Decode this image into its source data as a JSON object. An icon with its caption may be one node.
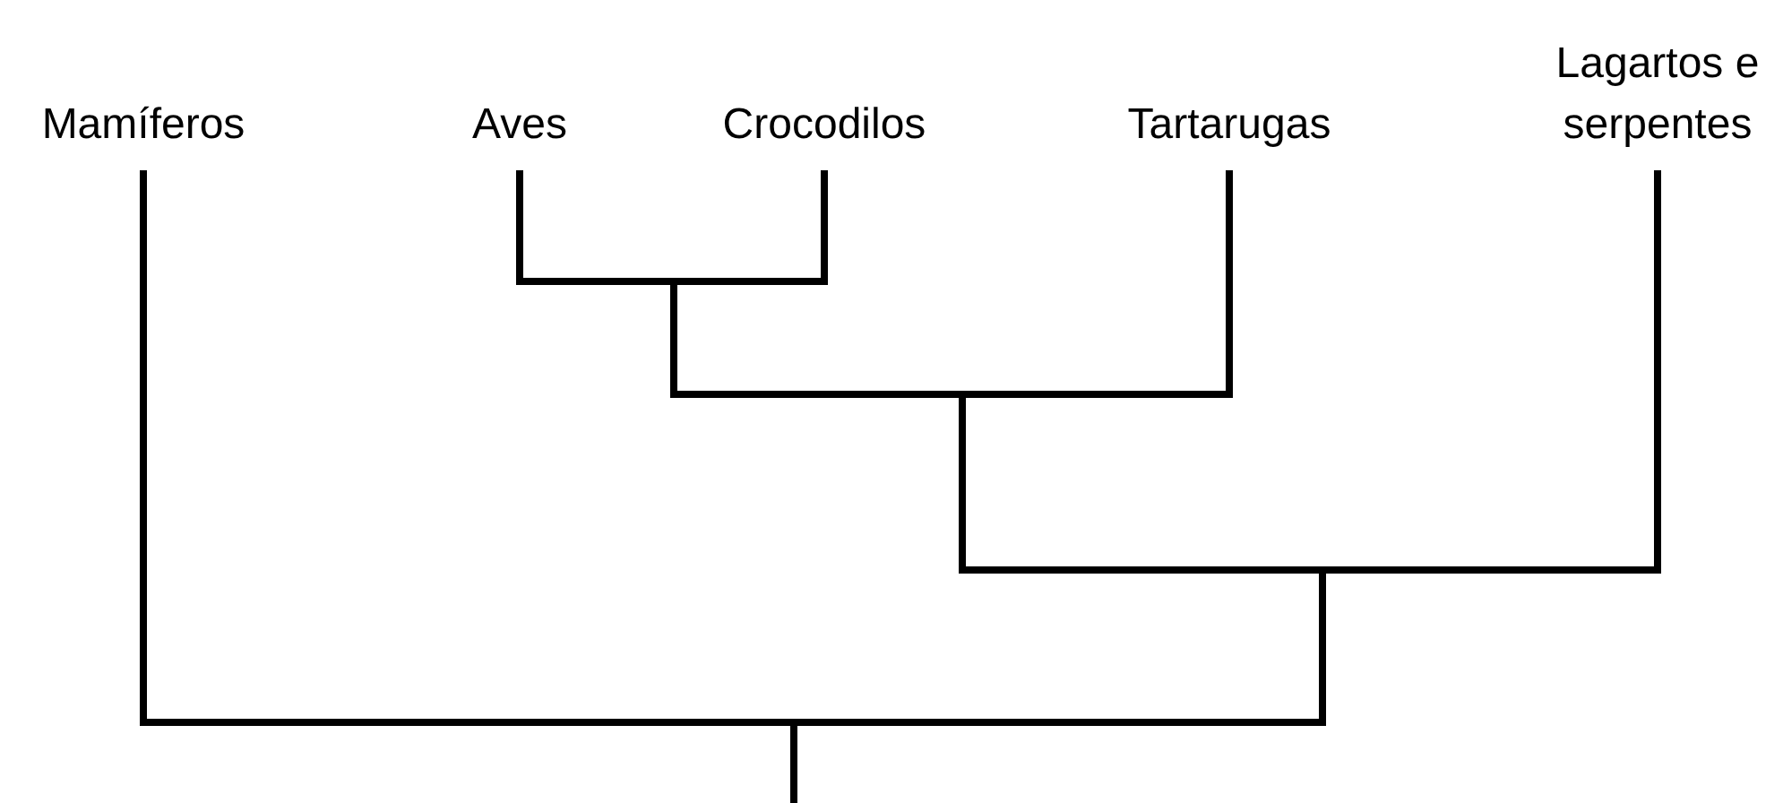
{
  "diagram": {
    "nodes": [
      {
        "text": [
          "Mamíferos"
        ]
      },
      {
        "text": [
          "Aves"
        ]
      },
      {
        "text": [
          "Crocodilos"
        ]
      },
      {
        "text": [
          "Tartarugas"
        ]
      },
      {
        "text": [
          "Lagartos e serpentes"
        ]
      },
      {
        "text": [],
        "shape": "bar"
      },
      {
        "text": [],
        "shape": "bar"
      },
      {
        "text": [],
        "shape": "bar"
      },
      {
        "text": [],
        "shape": "bar"
      }
    ],
    "edges": [
      {
        "from": 0,
        "to": 8,
        "arrow": "none"
      },
      {
        "from": 1,
        "to": 5,
        "arrow": "none"
      },
      {
        "from": 2,
        "to": 5,
        "arrow": "none"
      },
      {
        "from": 5,
        "to": 6,
        "arrow": "none"
      },
      {
        "from": 3,
        "to": 6,
        "arrow": "none"
      },
      {
        "from": 6,
        "to": 7,
        "arrow": "none"
      },
      {
        "from": 4,
        "to": 7,
        "arrow": "none"
      },
      {
        "from": 7,
        "to": 8,
        "arrow": "none"
      },
      {
        "from": 8,
        "to": null,
        "arrow": "none"
      }
    ]
  }
}
